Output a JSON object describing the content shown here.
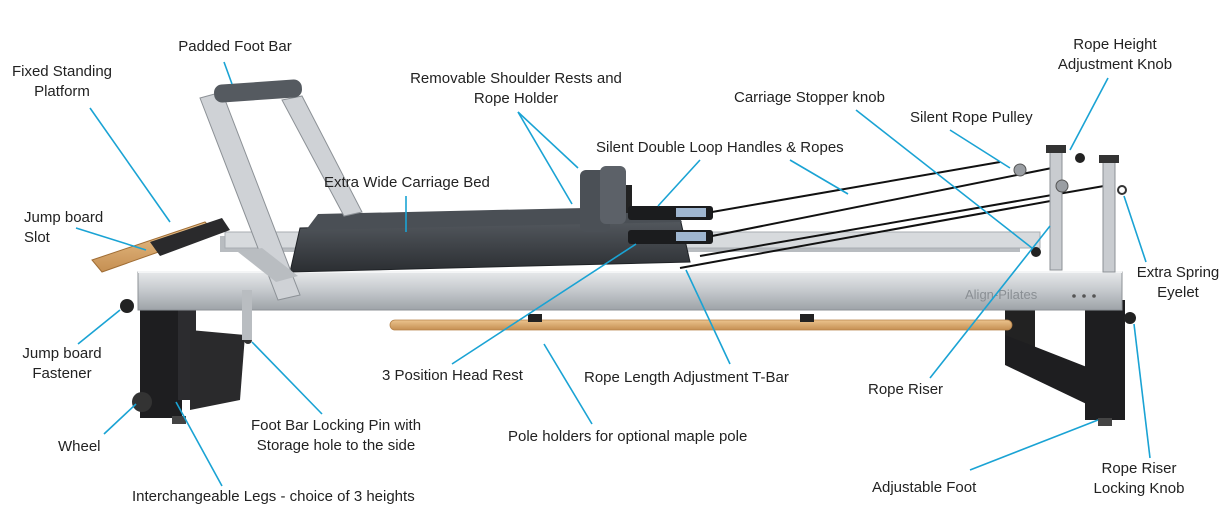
{
  "labels": {
    "padded_foot_bar": "Padded Foot Bar",
    "fixed_standing_platform_1": "Fixed Standing",
    "fixed_standing_platform_2": "Platform",
    "removable_shoulder_rests_1": "Removable Shoulder Rests and",
    "removable_shoulder_rests_2": "Rope Holder",
    "carriage_stopper_knob": "Carriage Stopper knob",
    "rope_height_adjustment_knob_1": "Rope Height",
    "rope_height_adjustment_knob_2": "Adjustment Knob",
    "silent_rope_pulley": "Silent Rope Pulley",
    "silent_double_loop_handles": "Silent Double Loop Handles & Ropes",
    "extra_wide_carriage_bed": "Extra Wide Carriage Bed",
    "jump_board_slot_1": "Jump board",
    "jump_board_slot_2": "Slot",
    "extra_spring_eyelet_1": "Extra Spring",
    "extra_spring_eyelet_2": "Eyelet",
    "jump_board_fastener_1": "Jump board",
    "jump_board_fastener_2": "Fastener",
    "three_position_head_rest": "3 Position Head Rest",
    "rope_length_adjustment_tbar": "Rope Length Adjustment T-Bar",
    "rope_riser": "Rope Riser",
    "wheel": "Wheel",
    "foot_bar_locking_pin_1": "Foot Bar Locking Pin with",
    "foot_bar_locking_pin_2": "Storage hole to the side",
    "pole_holders": "Pole holders for optional maple pole",
    "rope_riser_locking_knob_1": "Rope Riser",
    "rope_riser_locking_knob_2": "Locking Knob",
    "adjustable_foot": "Adjustable Foot",
    "interchangeable_legs": "Interchangeable Legs - choice of 3 heights"
  },
  "brand_text": "Align-Pilates",
  "colors": {
    "leader_line": "#1aa3d4",
    "frame": "#c9ccd0",
    "carriage": "#3a3d42",
    "legs": "#1e1e20",
    "wood": "#d9a86c"
  }
}
